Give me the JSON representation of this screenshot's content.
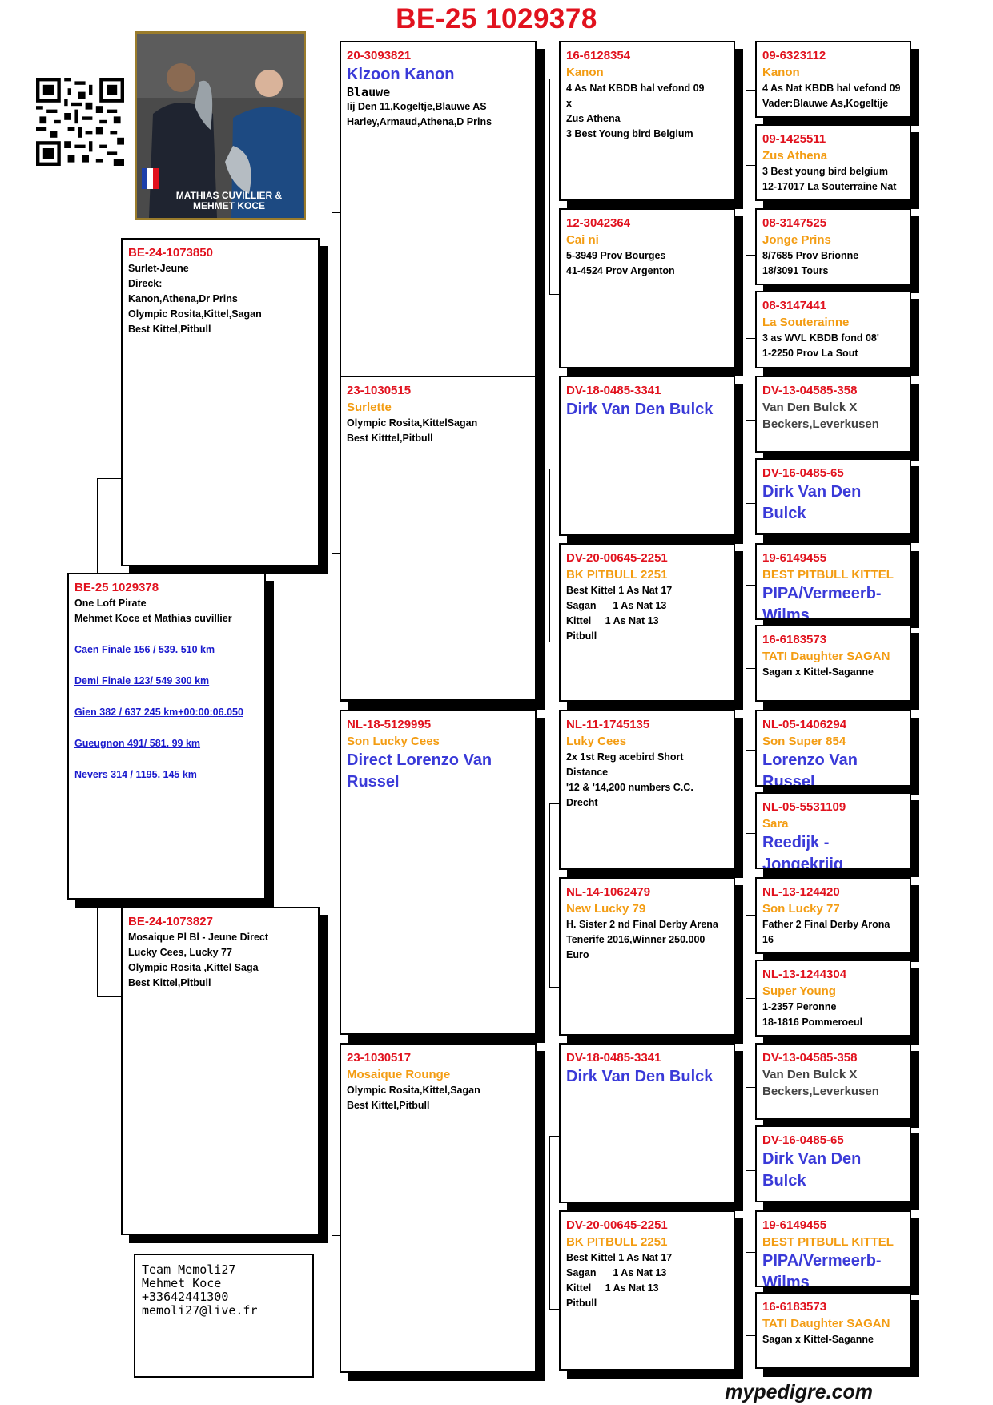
{
  "title": "BE-25 1029378",
  "footer": "mypedigre.com",
  "photo_caption": "MATHIAS CUVILLIER & MEHMET KOCE",
  "subject": {
    "ring": "BE-25 1029378",
    "lines": [
      "One Loft Pirate",
      "Mehmet Koce et Mathias cuvillier"
    ],
    "results": [
      "Caen Finale 156 / 539. 510 km",
      "Demi Finale 123/ 549 300 km",
      "Gien 382 / 637 245 km+00:00:06.050",
      "Gueugnon 491/ 581.  99 km",
      "Nevers 314 / 1195. 145 km"
    ]
  },
  "contact": [
    "Team Memoli27",
    "Mehmet Koce",
    "+33642441300",
    "memoli27@live.fr"
  ],
  "sire": {
    "ring": "BE-24-1073850",
    "lines": [
      "Surlet-Jeune",
      "Direck:",
      "Kanon,Athena,Dr Prins",
      "Olympic Rosita,Kittel,Sagan",
      "Best Kittel,Pitbull"
    ]
  },
  "dam": {
    "ring": "BE-24-1073827",
    "lines": [
      "Mosaique Pl Bl - Jeune Direct",
      "Lucky Cees, Lucky 77",
      "Olympic Rosita ,Kittel Saga",
      "Best Kittel,Pitbull"
    ]
  },
  "gp": [
    {
      "ring": "20-3093821",
      "name_blue": "Klzoon Kanon",
      "name_black": "Blauwe",
      "lines": [
        "Iij Den 11,Kogeltje,Blauwe AS",
        "Harley,Armaud,Athena,D Prins"
      ]
    },
    {
      "ring": "23-1030515",
      "name_orange": "Surlette",
      "lines": [
        "Olympic Rosita,KittelSagan",
        "Best Kitttel,Pitbull"
      ]
    },
    {
      "ring": "NL-18-5129995",
      "name_orange": "Son Lucky Cees",
      "name_blue": "Direct Lorenzo Van Russel",
      "lines": []
    },
    {
      "ring": "23-1030517",
      "name_orange": "Mosaique Rounge",
      "lines": [
        "Olympic Rosita,Kittel,Sagan",
        "Best Kittel,Pitbull"
      ]
    }
  ],
  "ggp": [
    {
      "ring": "16-6128354",
      "name_orange": "Kanon",
      "lines": [
        "4 As Nat KBDB hal vefond 09",
        "x",
        "Zus Athena",
        "3 Best Young bird Belgium"
      ]
    },
    {
      "ring": "12-3042364",
      "name_orange": "Cai ni",
      "lines": [
        "5-3949 Prov Bourges",
        "41-4524 Prov Argenton"
      ]
    },
    {
      "ring": "DV-18-0485-3341",
      "name_blue": "Dirk Van Den Bulck",
      "lines": []
    },
    {
      "ring": "DV-20-00645-2251",
      "name_orange": "BK PITBULL 2251",
      "lines": [
        "Best Kittel 1 As Nat 17",
        "Sagan      1 As Nat 13",
        "Kittel     1 As Nat 13",
        "Pitbull"
      ]
    },
    {
      "ring": "NL-11-1745135",
      "name_orange": "Luky Cees",
      "lines": [
        "2x 1st Reg acebird Short",
        "Distance",
        "'12 & '14,200 numbers C.C.",
        "Drecht"
      ]
    },
    {
      "ring": "NL-14-1062479",
      "name_orange": "New Lucky 79",
      "lines": [
        "H. Sister 2 nd Final Derby Arena",
        "Tenerife 2016,Winner 250.000",
        "Euro"
      ]
    },
    {
      "ring": "DV-18-0485-3341",
      "name_blue": "Dirk Van Den Bulck",
      "lines": []
    },
    {
      "ring": "DV-20-00645-2251",
      "name_orange": "BK PITBULL 2251",
      "lines": [
        "Best Kittel 1 As Nat 17",
        "Sagan      1 As Nat 13",
        "Kittel     1 As Nat 13",
        "Pitbull"
      ]
    }
  ],
  "gggp": [
    {
      "ring": "09-6323112",
      "name_orange": "Kanon",
      "lines": [
        "4 As Nat KBDB hal vefond 09",
        "Vader:Blauwe As,Kogeltije"
      ]
    },
    {
      "ring": "09-1425511",
      "name_orange": "Zus Athena",
      "lines": [
        "3 Best young bird belgium",
        "12-17017 La Souterraine Nat"
      ]
    },
    {
      "ring": "08-3147525",
      "name_orange": "Jonge Prins",
      "lines": [
        "8/7685 Prov Brionne",
        "18/3091 Tours"
      ]
    },
    {
      "ring": "08-3147441",
      "name_orange": "La Souterainne",
      "lines": [
        "3 as WVL KBDB fond 08'",
        "1-2250 Prov La Sout"
      ]
    },
    {
      "ring": "DV-13-04585-358",
      "name_gray": "Van Den Bulck X",
      "lines2": [
        "Beckers,Leverkusen"
      ]
    },
    {
      "ring": "DV-16-0485-65",
      "name_blue": "Dirk Van Den Bulck",
      "lines": []
    },
    {
      "ring": "19-6149455",
      "name_orange": "BEST PITBULL KITTEL",
      "name_blue": "PIPA/Vermeerb-Wilms",
      "lines": []
    },
    {
      "ring": "16-6183573",
      "name_orange": "TATI Daughter SAGAN",
      "lines": [
        "Sagan x Kittel-Saganne"
      ]
    },
    {
      "ring": "NL-05-1406294",
      "name_orange": "Son Super 854",
      "name_blue": "Lorenzo Van Russel",
      "lines": []
    },
    {
      "ring": "NL-05-5531109",
      "name_orange": "Sara",
      "name_blue": "Reedijk - Jongekrijg",
      "lines": []
    },
    {
      "ring": "NL-13-124420",
      "name_orange": "Son Lucky 77",
      "lines": [
        "Father 2 Final Derby Arona",
        "16"
      ]
    },
    {
      "ring": "NL-13-1244304",
      "name_orange": "Super Young",
      "lines": [
        "1-2357 Peronne",
        "18-1816 Pommeroeul"
      ]
    },
    {
      "ring": "DV-13-04585-358",
      "name_gray": "Van Den Bulck X",
      "lines2": [
        "Beckers,Leverkusen"
      ]
    },
    {
      "ring": "DV-16-0485-65",
      "name_blue": "Dirk Van Den Bulck",
      "lines": []
    },
    {
      "ring": "19-6149455",
      "name_orange": "BEST PITBULL KITTEL",
      "name_blue": "PIPA/Vermeerb-Wilms",
      "lines": []
    },
    {
      "ring": "16-6183573",
      "name_orange": "TATI Daughter SAGAN",
      "lines": [
        "Sagan x Kittel-Saganne"
      ]
    }
  ]
}
